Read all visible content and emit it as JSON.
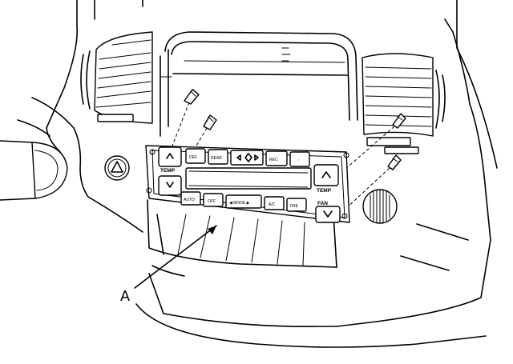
{
  "callout": {
    "label": "A"
  },
  "panel": {
    "left_top_label": "TEMP",
    "right_top_label": "TEMP",
    "right_fan_label": "FAN",
    "btn_auto": "AUTO",
    "btn_off": "OFF",
    "btn_mode": "◀ MODE ▶",
    "btn_ac": "A/C",
    "btn_fresh": "FRE",
    "btn_top_1": "DEF",
    "btn_top_2": "REAR",
    "btn_top_4": "REC",
    "btn_top_5": "↑"
  },
  "colors": {
    "ink": "#000000",
    "paper": "#ffffff"
  },
  "icons": [
    "screw-icon",
    "hazard-triangle-icon",
    "air-vent-icon",
    "knob-icon"
  ]
}
